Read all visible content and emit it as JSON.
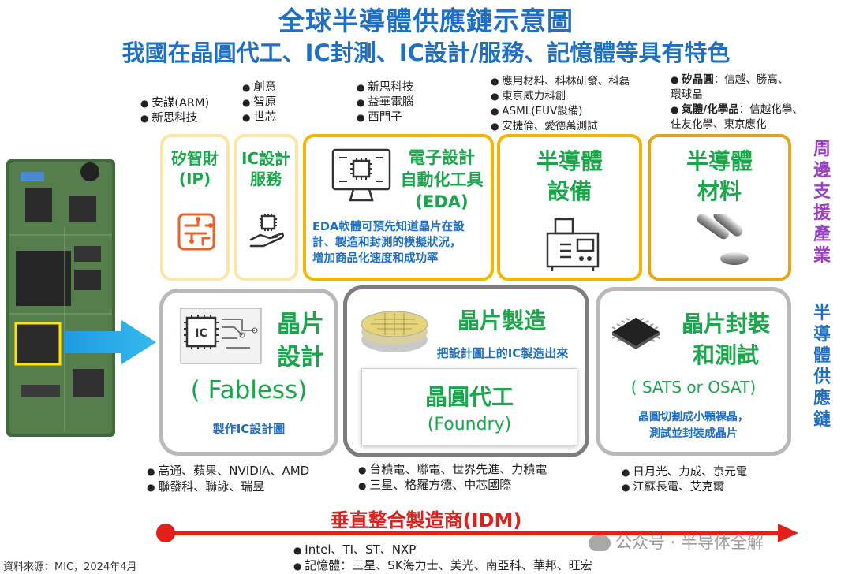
{
  "title": "全球半導體供應鏈示意圖",
  "subtitle": "我國在晶圓代工、IC封測、IC設計/服務、記憶體等具有特色",
  "top_lists": {
    "ip": [
      "安謀(ARM)",
      "新思科技"
    ],
    "ic_service": [
      "創意",
      "智原",
      "世芯"
    ],
    "eda": [
      "新思科技",
      "益華電腦",
      "西門子"
    ],
    "equipment": [
      "應用材料、科林研發、科磊",
      "東京威力科創",
      "ASML(EUV設備)",
      "安捷倫、愛德萬測試"
    ],
    "materials": {
      "wafer_label": "矽晶圓",
      "wafer_text": "：信越、勝高、",
      "wafer_text2": "環球晶",
      "gas_label": "氣體/化學品",
      "gas_text": "：信越化學、",
      "gas_text2": "住友化學、東京應化"
    }
  },
  "support": {
    "ip": {
      "line1": "矽智財",
      "line2": "(IP)"
    },
    "ic_service": {
      "line1": "IC設計",
      "line2": "服務"
    },
    "eda": {
      "line1": "電子設計",
      "line2": "自動化工具",
      "line3": "(EDA)",
      "note1": "EDA軟體可預先知道晶片在設",
      "note2": "計、製造和封測的模擬狀況，",
      "note3": "增加商品化速度和成功率"
    },
    "equipment": {
      "line1": "半導體",
      "line2": "設備"
    },
    "materials": {
      "line1": "半導體",
      "line2": "材料"
    }
  },
  "side_labels": {
    "support": "周邊支援產業",
    "supply": "半導體供應鏈"
  },
  "chain": {
    "design": {
      "line1": "晶片",
      "line2": "設計",
      "line3": "( Fabless)",
      "desc": "製作IC設計圖",
      "chip_label": "IC"
    },
    "manufacturing": {
      "title": "晶片製造",
      "desc": "把設計圖上的IC製造出來",
      "foundry": "晶圓代工",
      "foundry_en": "(Foundry)"
    },
    "packaging": {
      "line1": "晶片封裝",
      "line2": "和測試",
      "line3": "( SATS or OSAT)",
      "desc1": "晶圓切割成小顆裸晶，",
      "desc2": "測試並封裝成晶片"
    }
  },
  "bottom_lists": {
    "design": [
      "高通、蘋果、NVIDIA、AMD",
      "聯發科、聯詠、瑞昱"
    ],
    "manufacturing": [
      "台積電、聯電、世界先進、力積電",
      "三星、格羅方德、中芯國際"
    ],
    "packaging": [
      "日月光、力成、京元電",
      "江蘇長電、艾克爾"
    ]
  },
  "idm": {
    "label": "垂直整合製造商(IDM)",
    "companies": [
      "Intel、TI、ST、NXP",
      "記憶體：三星、SK海力士、美光、南亞科、華邦、旺宏"
    ]
  },
  "source": "資料來源：MIC，2024年4月",
  "watermark": "公众号 · 半导体全解",
  "colors": {
    "title_blue": "#1f6fc5",
    "green": "#1aa64a",
    "purple": "#9b3fc5",
    "red": "#e0201b",
    "yellow": "#f6b400"
  }
}
